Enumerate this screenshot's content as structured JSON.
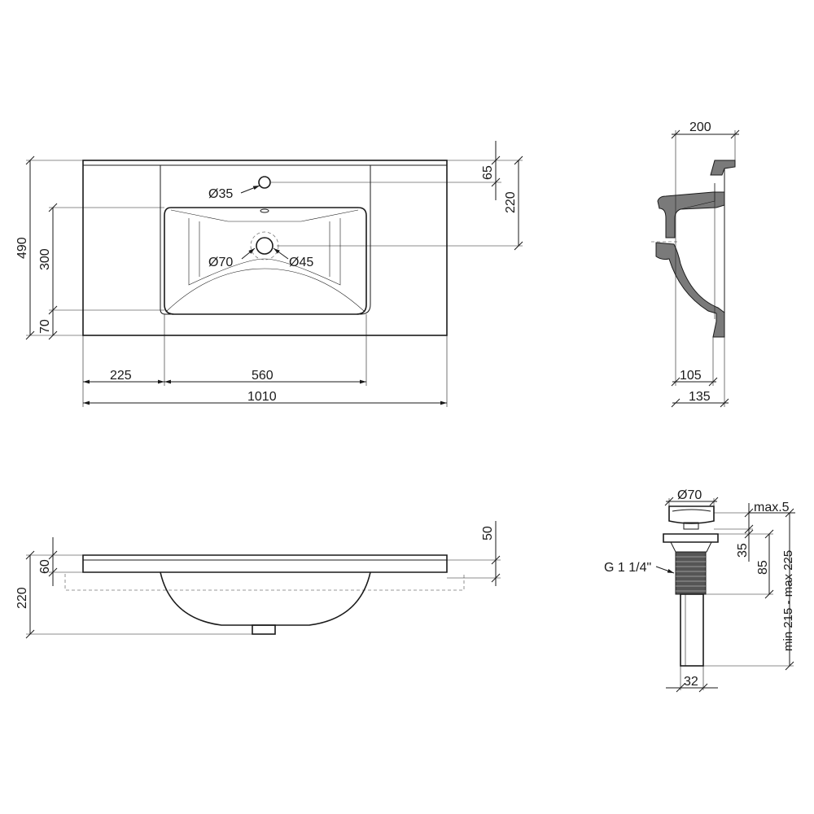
{
  "top_view": {
    "total_width": "1010",
    "left_offset": "225",
    "basin_width": "560",
    "total_depth": "490",
    "basin_depth": "300",
    "front_edge": "70",
    "tap_hole_offset": "65",
    "drain_offset": "220",
    "tap_hole_diameter": "Ø35",
    "drain_diameter": "Ø70",
    "drain_inner_diameter": "Ø45"
  },
  "side_section": {
    "top_width": "200",
    "bottom_inner": "105",
    "bottom_outer": "135"
  },
  "front_view": {
    "total_height": "220",
    "rim_height": "60",
    "right_rim": "50"
  },
  "drain_detail": {
    "cap_diameter": "Ø70",
    "cap_height": "max.5",
    "thread_label": "G 1 1/4\"",
    "upper_height": "35",
    "body_height": "85",
    "total_range": "min 215 - max 225",
    "pipe_diameter": "32"
  }
}
